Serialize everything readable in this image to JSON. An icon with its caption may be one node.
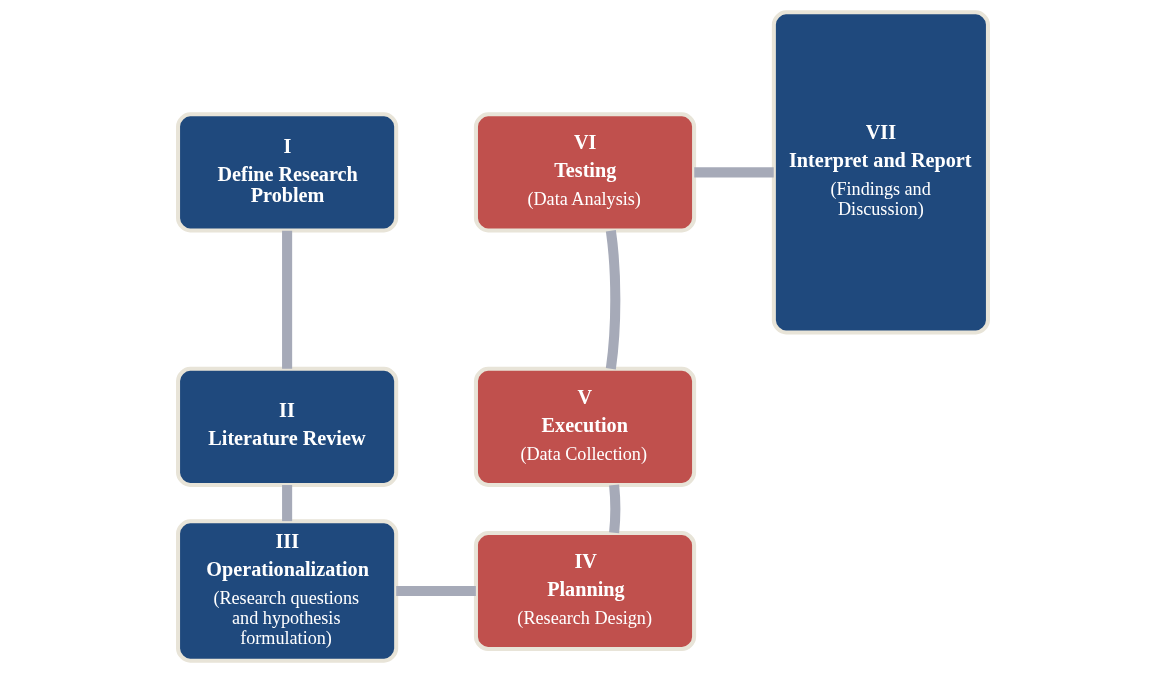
{
  "diagram": {
    "nodes": [
      {
        "text": [
          "I",
          "Define Research Problem"
        ]
      },
      {
        "text": [
          "II",
          "Literature Review"
        ]
      },
      {
        "text": [
          "III",
          "Operationalization",
          "(Research questions and hypothesis formulation)"
        ]
      },
      {
        "text": [
          "IV",
          "Planning",
          "(Research Design)"
        ]
      },
      {
        "text": [
          "V",
          "Execution",
          "(Data Collection)"
        ]
      },
      {
        "text": [
          "VI",
          "Testing",
          "(Data Analysis)"
        ]
      },
      {
        "text": [
          "VII",
          "Interpret and Report",
          "(Findings and Discussion)"
        ]
      }
    ],
    "edges": [
      {
        "from": 0,
        "to": 1,
        "arrow": "none"
      },
      {
        "from": 1,
        "to": 2,
        "arrow": "none"
      },
      {
        "from": 2,
        "to": 3,
        "arrow": "none"
      },
      {
        "from": 3,
        "to": 4,
        "arrow": "none"
      },
      {
        "from": 4,
        "to": 5,
        "arrow": "none"
      },
      {
        "from": 5,
        "to": 6,
        "arrow": "none"
      }
    ]
  }
}
